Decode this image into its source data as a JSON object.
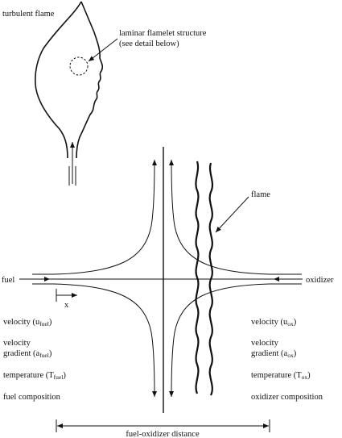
{
  "labels": {
    "turbulent_flame": "turbulent flame",
    "laminar_line1": "laminar flamelet structure",
    "laminar_line2": "(see detail below)",
    "flame": "flame",
    "fuel": "fuel",
    "oxidizer": "oxidizer",
    "x_axis": "x",
    "fuel_side": {
      "velocity": "velocity (u",
      "velocity_sub": "fuel",
      "gradient_line1": "velocity",
      "gradient_line2": "gradient (a",
      "gradient_sub": "fuel",
      "temperature": "temperature (T",
      "temperature_sub": "fuel",
      "composition": "fuel composition"
    },
    "ox_side": {
      "velocity": "velocity (u",
      "velocity_sub": "ox",
      "gradient_line1": "velocity",
      "gradient_line2": "gradient (a",
      "gradient_sub": "ox",
      "temperature": "temperature (T",
      "temperature_sub": "ox",
      "composition": "oxidizer composition"
    },
    "distance": "fuel-oxidizer distance",
    "close_paren": ")"
  },
  "colors": {
    "ink": "#111111",
    "background": "#ffffff"
  }
}
